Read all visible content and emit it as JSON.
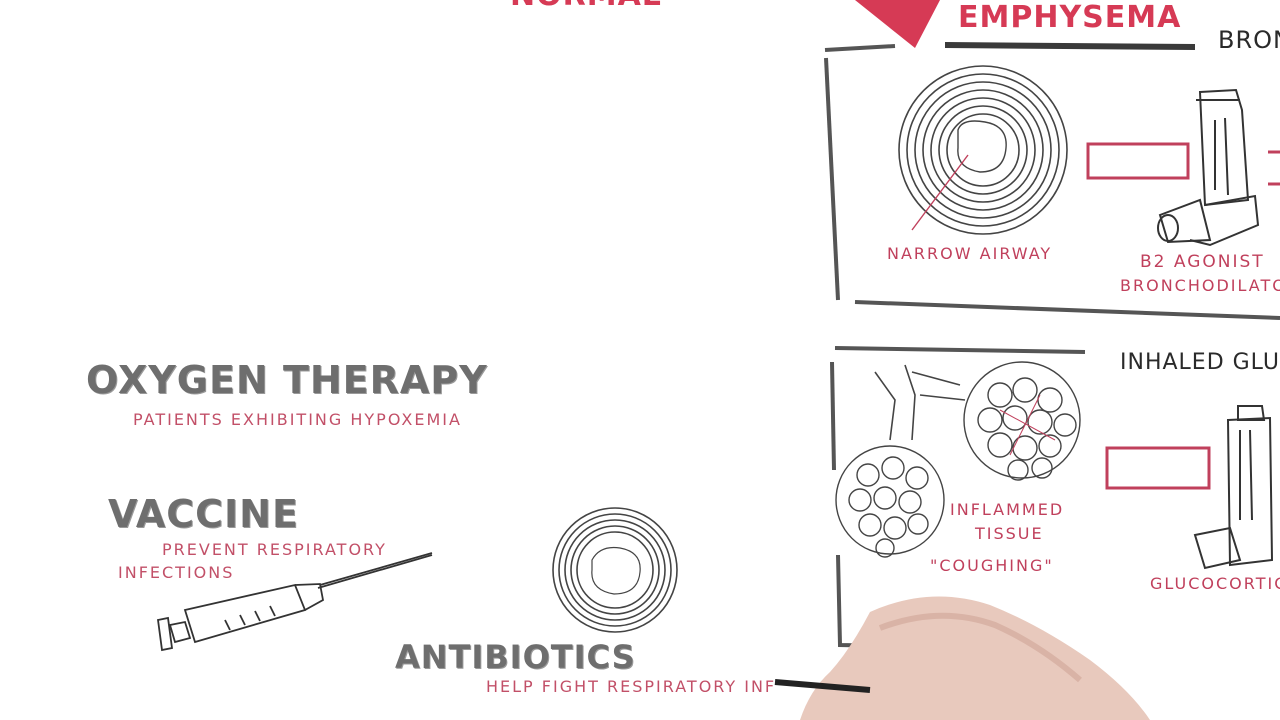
{
  "top_left_partial": "NORMAL",
  "emphysema": "EMPHYSEMA",
  "top_right_header": "BRON",
  "narrow_airway": "NARROW AIRWAY",
  "agonist_line1": "B2 AGONIST",
  "agonist_line2": "BRONCHODILATOR",
  "inhaled_header": "INHALED GLUC",
  "inflamed_line1": "INFLAMMED",
  "inflamed_line2": "TISSUE",
  "coughing": "\"COUGHING\"",
  "glucocorticoid": "GLUCOCORTIC",
  "oxygen": {
    "title": "OXYGEN THERAPY",
    "subtitle": "PATIENTS EXHIBITING HYPOXEMIA"
  },
  "vaccine": {
    "title": "VACCINE",
    "subtitle_line1": "PREVENT RESPIRATORY",
    "subtitle_line2": "INFECTIONS"
  },
  "antibiotics": {
    "title": "ANTIBIOTICS",
    "subtitle": "HELP FIGHT RESPIRATORY INF"
  },
  "colors": {
    "accent_red": "#c0405c",
    "gray_text": "#6e6e6e",
    "skin": "#e8c9bd"
  },
  "icons": [
    "airway-cross-section-icon",
    "inhaler-icon",
    "syringe-icon",
    "alveoli-icon",
    "bronchus-icon",
    "hand-photo"
  ]
}
